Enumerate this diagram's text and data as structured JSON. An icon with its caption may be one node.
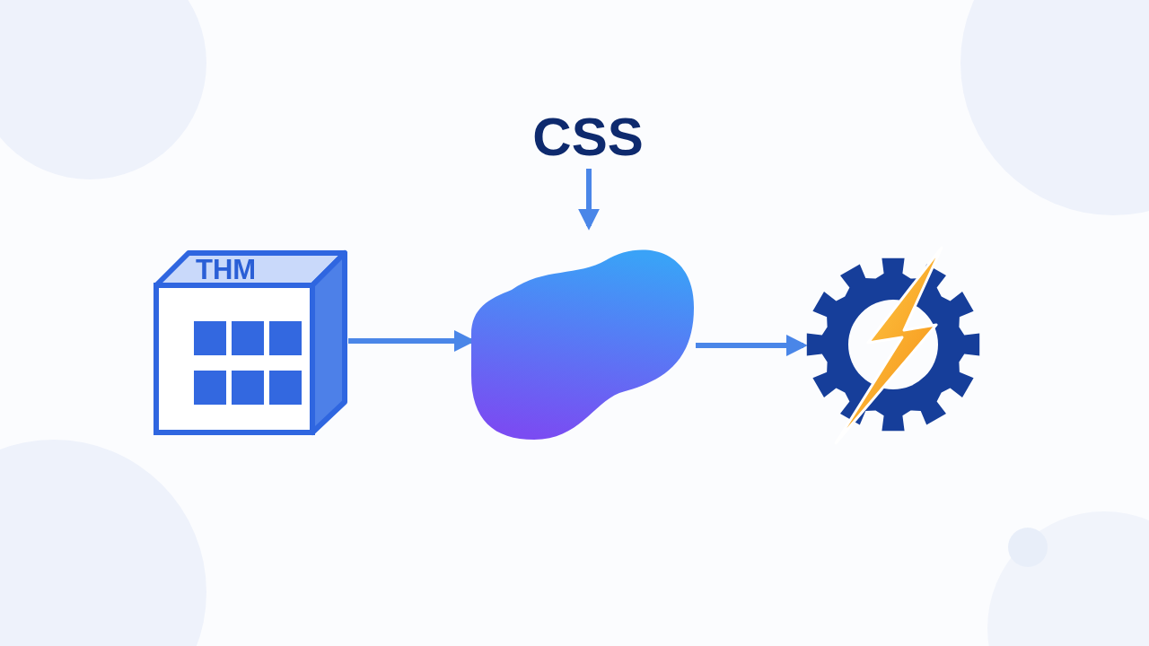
{
  "diagram": {
    "nodes": [
      {
        "text": [
          "THM"
        ]
      },
      {
        "text": [
          "CSS"
        ]
      },
      {
        "text": [],
        "shape": "blob"
      },
      {
        "text": [],
        "shape": "picture"
      }
    ],
    "edges": [
      {
        "from": 0,
        "to": 2,
        "arrow": "to"
      },
      {
        "from": 1,
        "to": 2,
        "arrow": "to"
      },
      {
        "from": 2,
        "to": 3,
        "arrow": "to"
      }
    ]
  }
}
